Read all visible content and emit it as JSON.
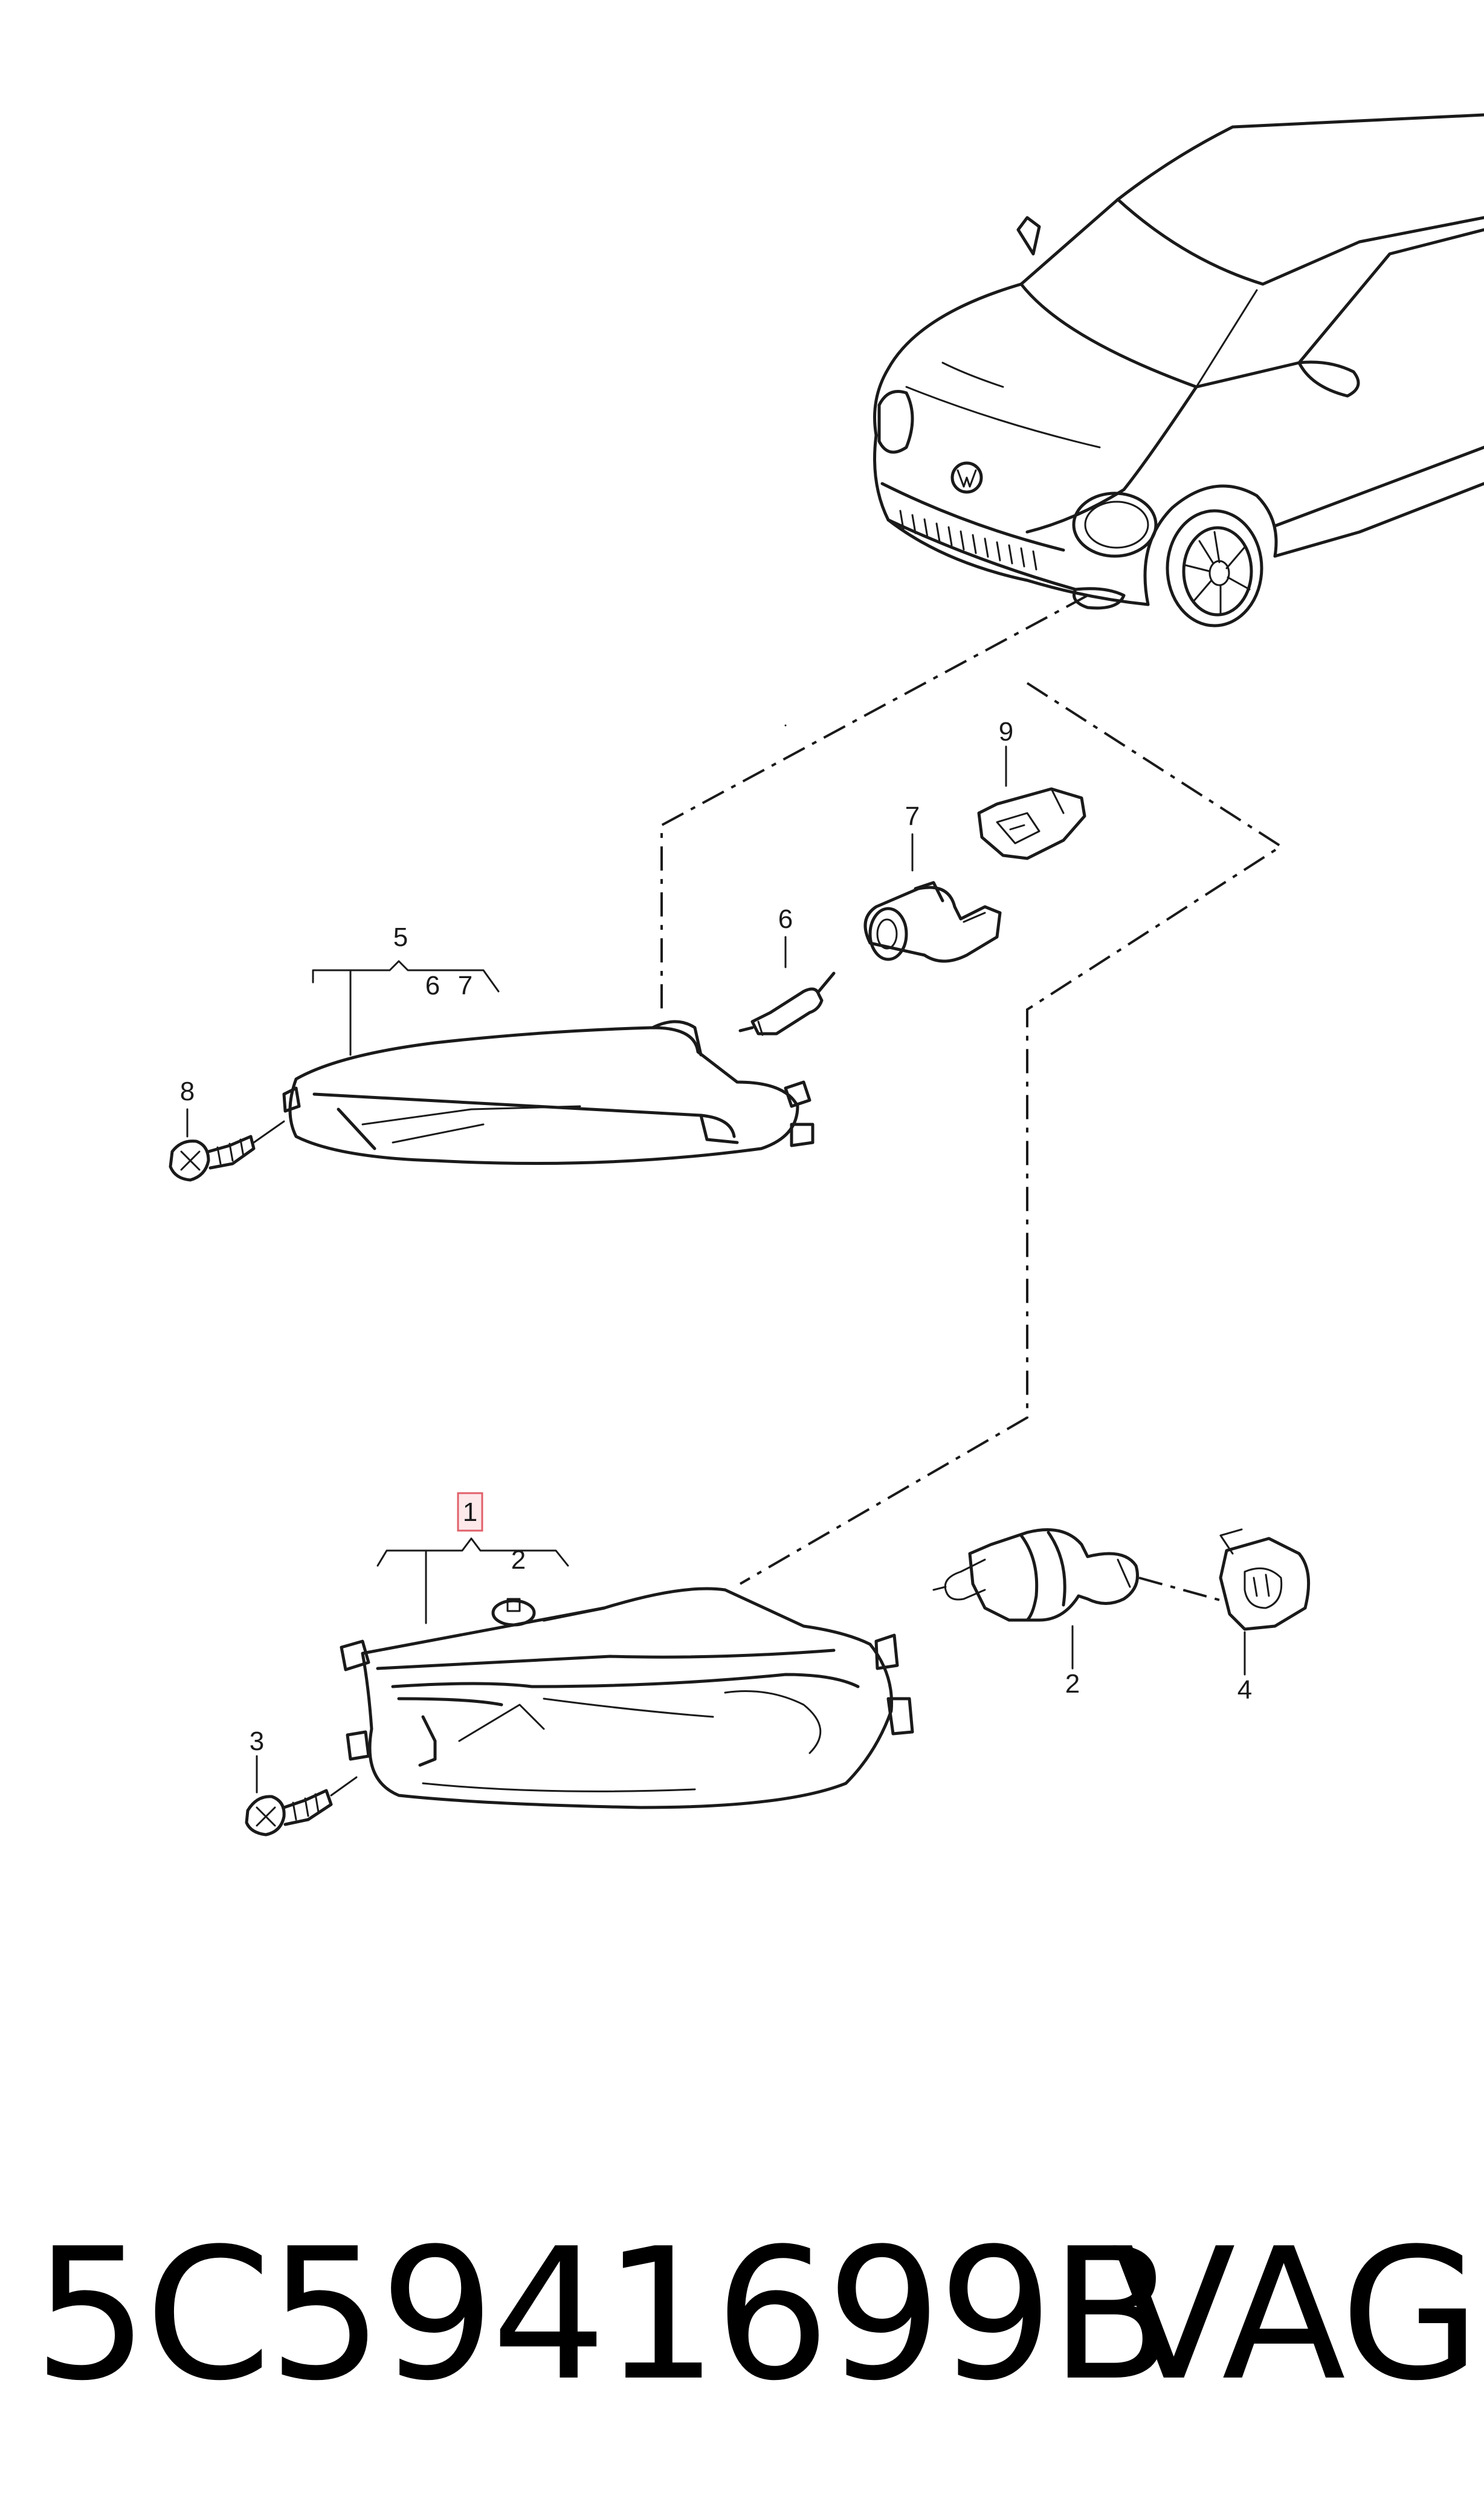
{
  "callouts": {
    "c1": "1",
    "c2_top": "2",
    "c2_bulb": "2",
    "c3": "3",
    "c4": "4",
    "c5": "5",
    "c6_top": "6",
    "c6_bulb": "6",
    "c7_top": "7",
    "c7_holder": "7",
    "c8": "8",
    "c9": "9"
  },
  "footer": {
    "part_number": "5C5941699B",
    "brand": "VAG"
  },
  "colors": {
    "line": "#1a1a1a",
    "highlight_fill": "#fde8ea",
    "highlight_stroke": "#e0606a"
  }
}
